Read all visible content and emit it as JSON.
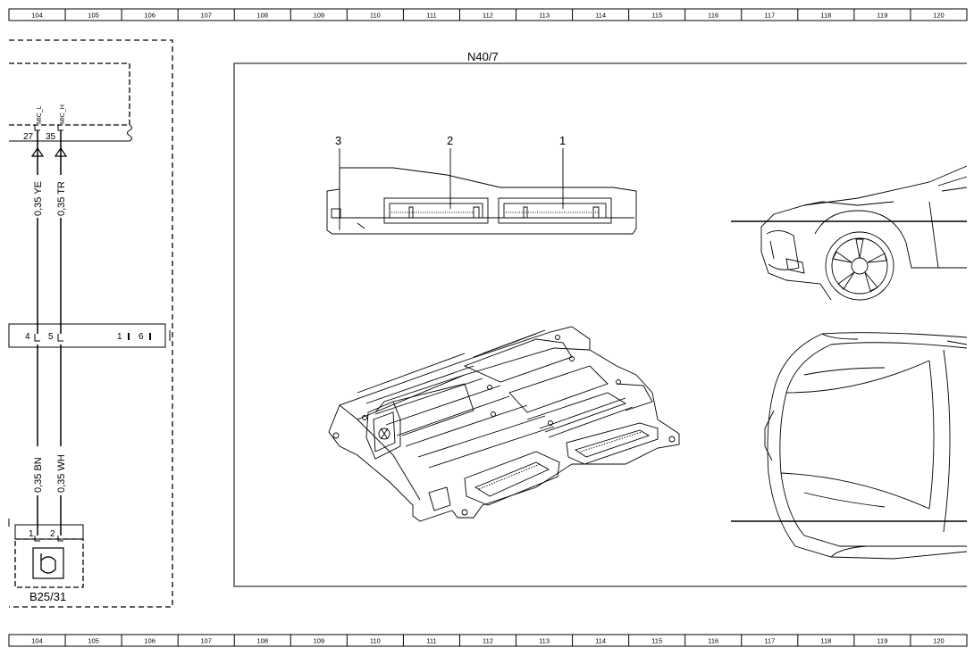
{
  "ruler": {
    "columns": [
      "104",
      "105",
      "106",
      "107",
      "108",
      "109",
      "110",
      "111",
      "112",
      "113",
      "114",
      "115",
      "116",
      "117",
      "118",
      "119",
      "120"
    ]
  },
  "components": {
    "module_name": "N40/7",
    "sensor_name": "B25/31"
  },
  "connector_pins": {
    "top_left": "27",
    "top_right": "35",
    "top_left_signal": "MIC_L",
    "top_right_signal": "MIC_H",
    "mid_left": "4",
    "mid_right": "5",
    "mid_extra_a": "1",
    "mid_extra_b": "6",
    "bottom_left": "1",
    "bottom_right": "2"
  },
  "wires": {
    "upper_left": "0,35 YE",
    "upper_right": "0,35 TR",
    "lower_left": "0,35 BN",
    "lower_right": "0,35 WH"
  },
  "callouts": {
    "c1": "1",
    "c2": "2",
    "c3": "3"
  }
}
